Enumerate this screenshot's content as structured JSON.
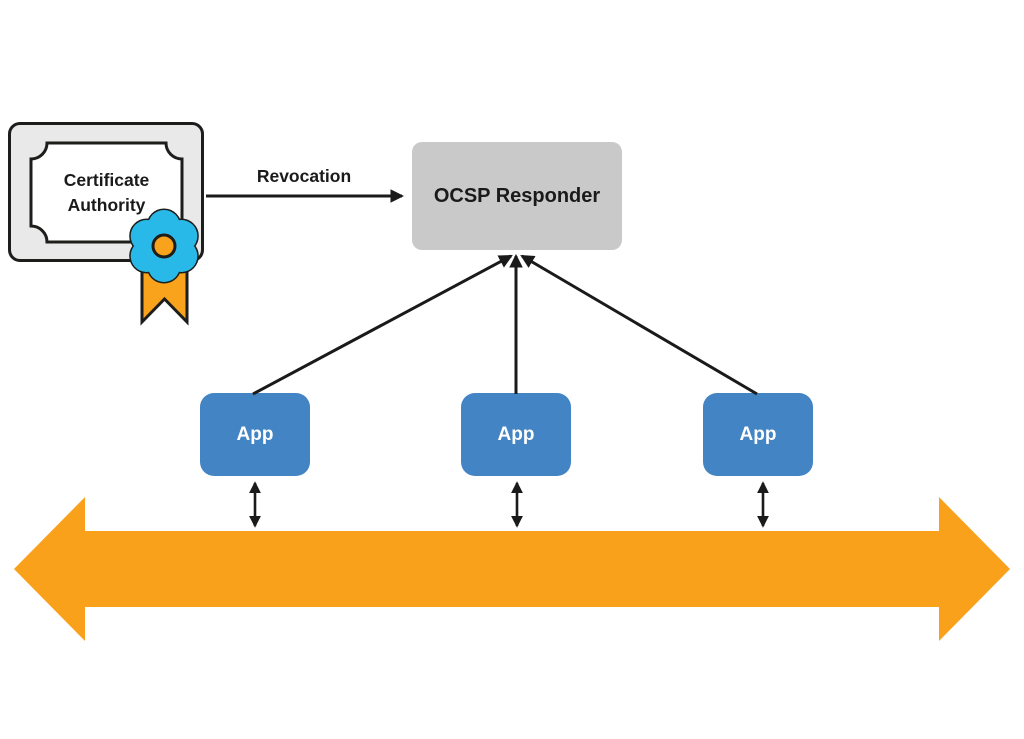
{
  "nodes": {
    "certificate_authority": {
      "label": "Certificate Authority"
    },
    "ocsp_responder": {
      "label": "OCSP Responder"
    },
    "apps": [
      {
        "label": "App"
      },
      {
        "label": "App"
      },
      {
        "label": "App"
      }
    ]
  },
  "edges": {
    "revocation": {
      "label": "Revocation"
    }
  },
  "icons": {
    "certificate_seal": "rosette-with-ribbon"
  },
  "colors": {
    "ca_box_fill": "#E9E9E9",
    "ocsp_box_fill": "#C9C9CA",
    "app_box_fill": "#4384C4",
    "bus_orange": "#F9A11B",
    "seal_rosette_cyan": "#29B9E8",
    "seal_center_orange": "#F9A21B",
    "line_black": "#1A1A1A",
    "app_label_text": "#FFFFFF"
  }
}
